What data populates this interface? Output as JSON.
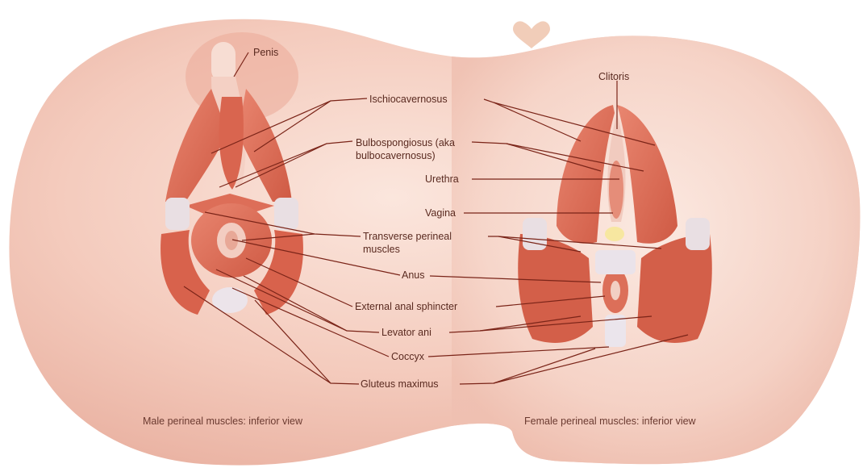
{
  "labels": {
    "penis": "Penis",
    "clitoris": "Clitoris",
    "ischiocavernosus": "Ischiocavernosus",
    "bulbospongiosus_1": "Bulbospongiosus (aka",
    "bulbospongiosus_2": "bulbocavernosus)",
    "urethra": "Urethra",
    "vagina": "Vagina",
    "transverse_1": "Transverse perineal",
    "transverse_2": "muscles",
    "anus": "Anus",
    "external_anal_sphincter": "External anal sphincter",
    "levator_ani": "Levator ani",
    "coccyx": "Coccyx",
    "gluteus_maximus": "Gluteus maximus"
  },
  "captions": {
    "male": "Male perineal muscles: inferior view",
    "female": "Female perineal muscles: inferior view"
  },
  "colors": {
    "skin": "#f6d3c6",
    "muscle": "#e1735e",
    "muscle_dark": "#c8533f",
    "leader": "#7a2418",
    "text": "#5a2a20"
  }
}
